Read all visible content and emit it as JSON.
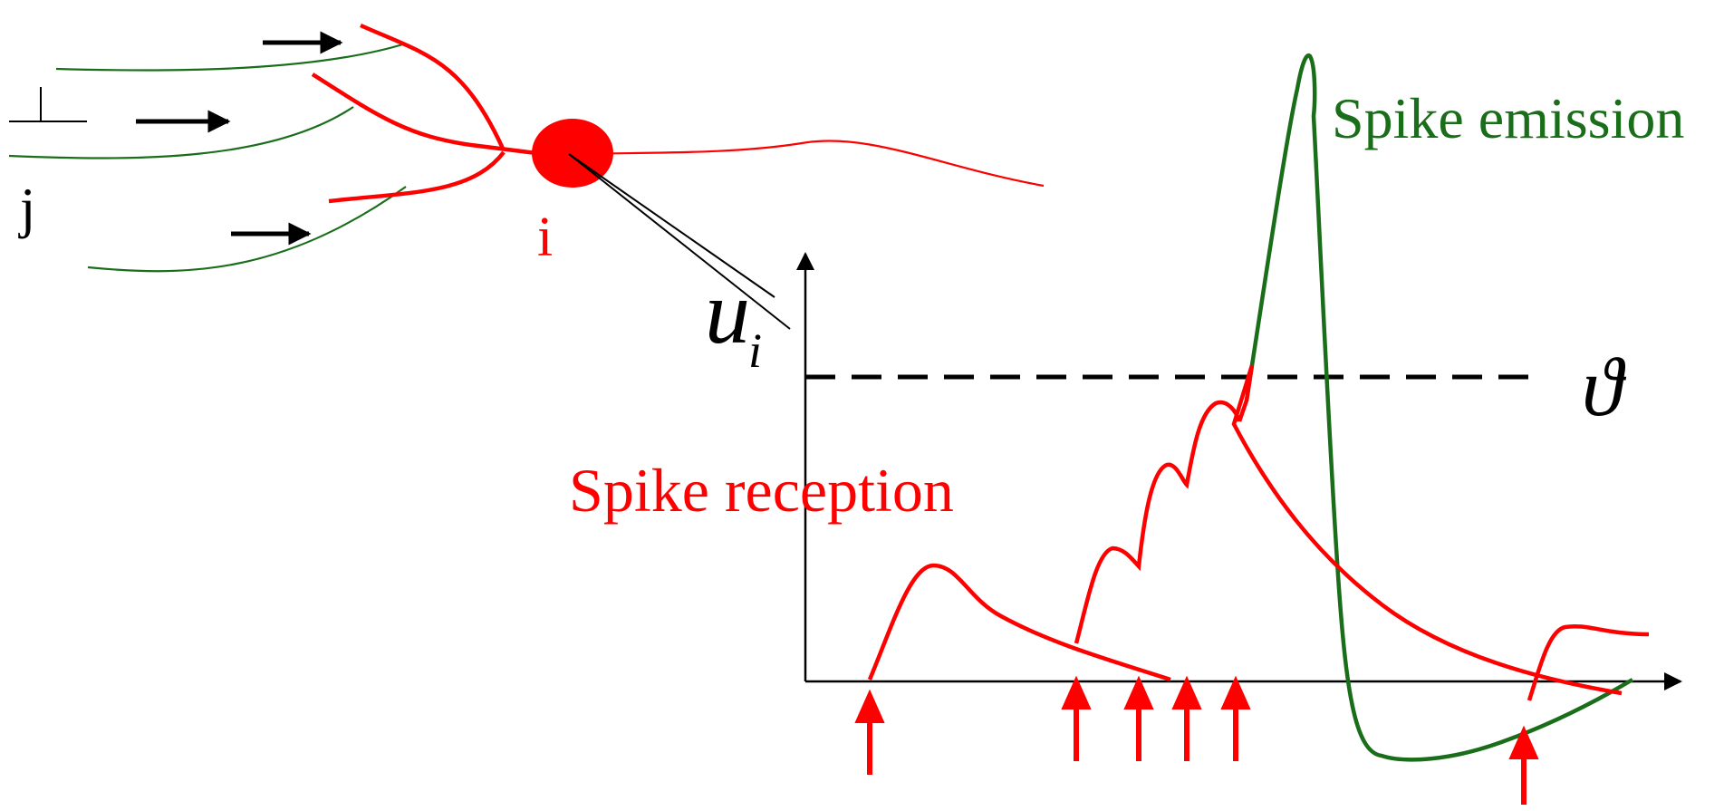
{
  "labels": {
    "presynaptic_neuron": "j",
    "postsynaptic_neuron": "i",
    "potential_symbol": "u",
    "potential_subscript": "i",
    "threshold_symbol": "ϑ",
    "spike_reception": "Spike reception",
    "spike_emission": "Spike emission"
  },
  "colors": {
    "reception": "#ff0000",
    "emission": "#1a6e1a",
    "axes": "#000000",
    "threshold": "#000000"
  },
  "icons": {
    "synapse": "synapse-t-bar",
    "input_arrows": "right-arrow",
    "spike_markers": "up-arrow"
  }
}
